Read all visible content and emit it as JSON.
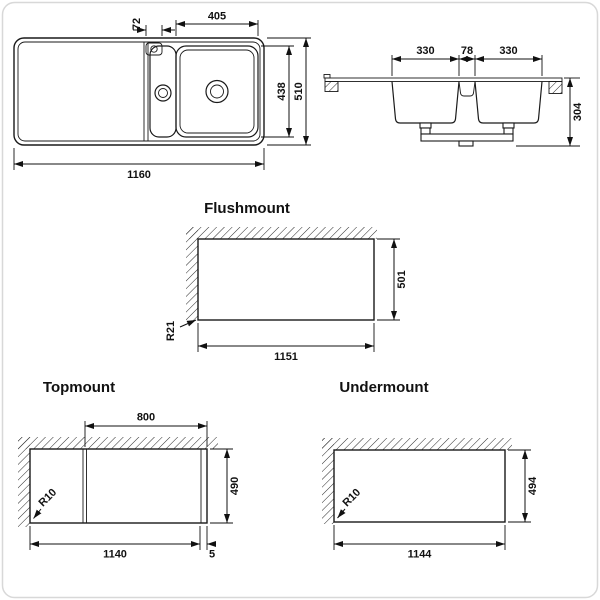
{
  "drawing": {
    "top_view": {
      "dim_bowl_width": "405",
      "dim_tap_hole": "72",
      "dim_inner_depth": "438",
      "dim_overall_depth": "510",
      "dim_overall_width": "1160"
    },
    "section_view": {
      "dim_left_bowl": "330",
      "dim_divider": "78",
      "dim_right_bowl": "330",
      "dim_overall_height": "304"
    },
    "flushmount": {
      "title": "Flushmount",
      "dim_cutout_depth": "501",
      "dim_corner_radius": "R21",
      "dim_cutout_width": "1151"
    },
    "topmount": {
      "title": "Topmount",
      "dim_bowl_section": "800",
      "dim_corner_radius": "R10",
      "dim_cutout_depth": "490",
      "dim_cutout_width": "1140",
      "dim_edge_gap": "5"
    },
    "undermount": {
      "title": "Undermount",
      "dim_corner_radius": "R10",
      "dim_cutout_depth": "494",
      "dim_cutout_width": "1144"
    }
  }
}
